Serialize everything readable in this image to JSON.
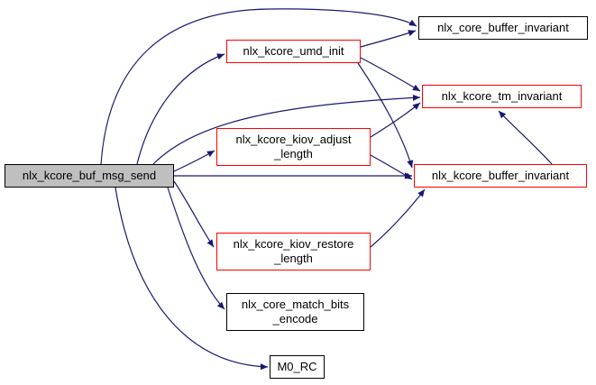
{
  "diagram": {
    "type": "doxygen-call-graph",
    "root": "nlx_kcore_buf_msg_send",
    "colors": {
      "edge": "#191970",
      "highlight_border": "#ff0000",
      "plain_border": "#000000",
      "current_node_fill": "#bfbfbf",
      "node_fill": "#ffffff",
      "background": "#ffffff",
      "text": "#000000"
    },
    "nodes": [
      {
        "id": "buf-msg-send",
        "label": "nlx_kcore_buf_msg_send",
        "style": "current"
      },
      {
        "id": "umd-init",
        "label": "nlx_kcore_umd_init",
        "style": "red"
      },
      {
        "id": "core-buffer-invariant",
        "label": "nlx_core_buffer_invariant",
        "style": "plain"
      },
      {
        "id": "tm-invariant",
        "label": "nlx_kcore_tm_invariant",
        "style": "red"
      },
      {
        "id": "kiov-adjust-length",
        "label": "nlx_kcore_kiov_adjust\n_length",
        "style": "red"
      },
      {
        "id": "kcore-buffer-invariant",
        "label": "nlx_kcore_buffer_invariant",
        "style": "red"
      },
      {
        "id": "kiov-restore-length",
        "label": "nlx_kcore_kiov_restore\n_length",
        "style": "red"
      },
      {
        "id": "match-bits-encode",
        "label": "nlx_core_match_bits\n_encode",
        "style": "plain"
      },
      {
        "id": "m0-rc",
        "label": "M0_RC",
        "style": "plain"
      }
    ],
    "edges": [
      {
        "from": "nlx_kcore_buf_msg_send",
        "to": "nlx_core_buffer_invariant"
      },
      {
        "from": "nlx_kcore_buf_msg_send",
        "to": "nlx_kcore_umd_init"
      },
      {
        "from": "nlx_kcore_buf_msg_send",
        "to": "nlx_kcore_tm_invariant"
      },
      {
        "from": "nlx_kcore_buf_msg_send",
        "to": "nlx_kcore_kiov_adjust_length"
      },
      {
        "from": "nlx_kcore_buf_msg_send",
        "to": "nlx_kcore_buffer_invariant"
      },
      {
        "from": "nlx_kcore_buf_msg_send",
        "to": "nlx_kcore_kiov_restore_length"
      },
      {
        "from": "nlx_kcore_buf_msg_send",
        "to": "nlx_core_match_bits_encode"
      },
      {
        "from": "nlx_kcore_buf_msg_send",
        "to": "M0_RC"
      },
      {
        "from": "nlx_kcore_umd_init",
        "to": "nlx_core_buffer_invariant"
      },
      {
        "from": "nlx_kcore_umd_init",
        "to": "nlx_kcore_tm_invariant"
      },
      {
        "from": "nlx_kcore_umd_init",
        "to": "nlx_kcore_buffer_invariant"
      },
      {
        "from": "nlx_kcore_kiov_adjust_length",
        "to": "nlx_kcore_tm_invariant"
      },
      {
        "from": "nlx_kcore_kiov_adjust_length",
        "to": "nlx_kcore_buffer_invariant"
      },
      {
        "from": "nlx_kcore_kiov_restore_length",
        "to": "nlx_kcore_buffer_invariant"
      },
      {
        "from": "nlx_kcore_buffer_invariant",
        "to": "nlx_kcore_tm_invariant"
      }
    ]
  }
}
